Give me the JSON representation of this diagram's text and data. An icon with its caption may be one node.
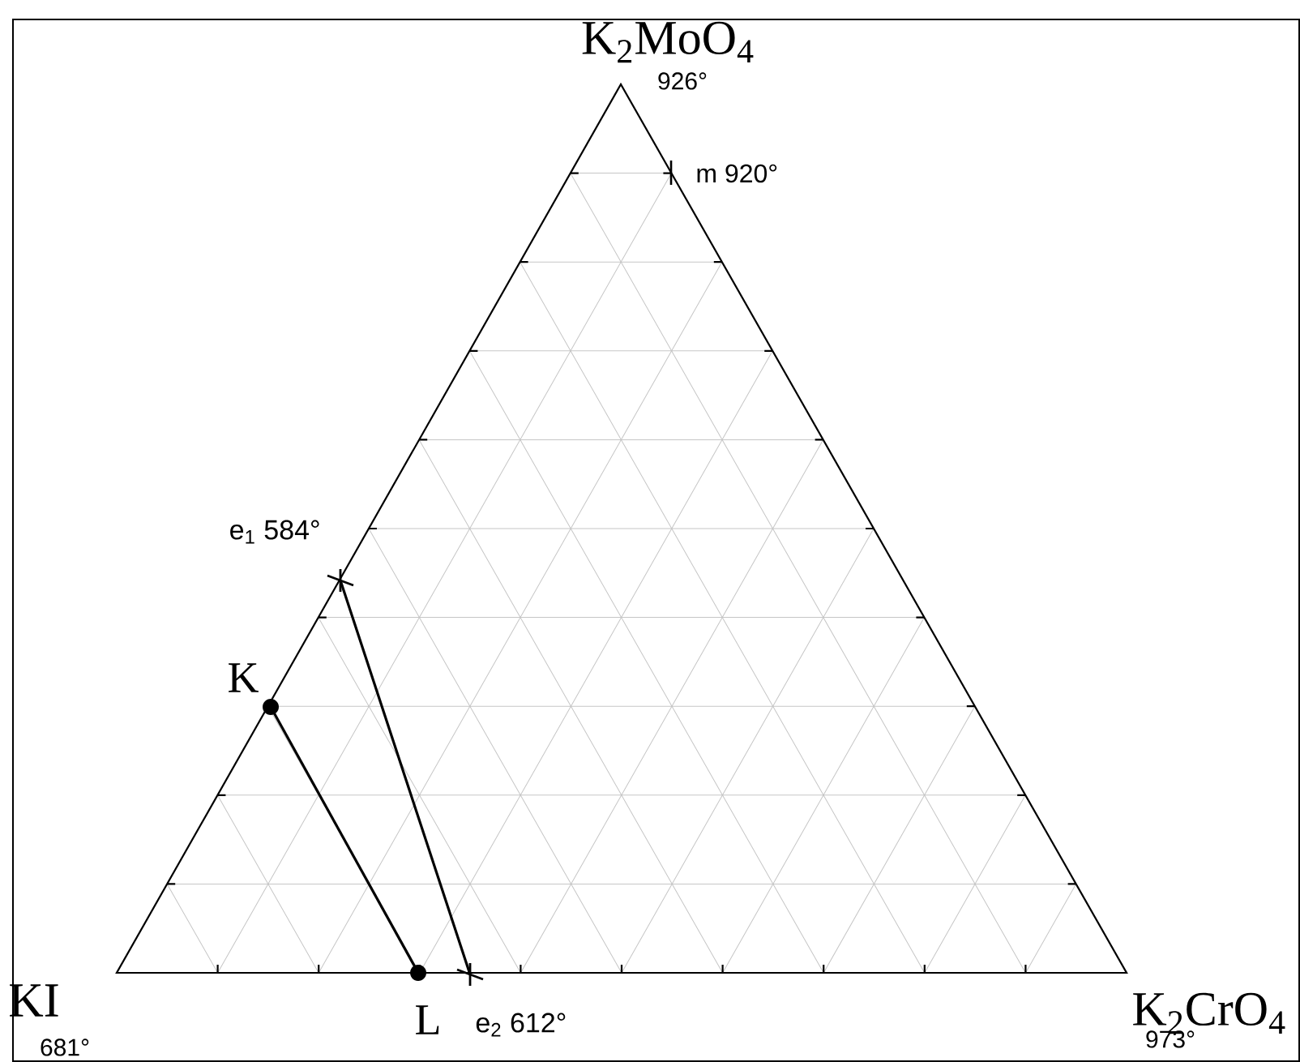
{
  "diagram": {
    "nodes": [
      {
        "text": [
          "e$_{1}$ 584°"
        ]
      },
      {
        "text": [
          "K"
        ]
      },
      {
        "text": [
          "L"
        ]
      },
      {
        "text": [
          "e$_{2}$ 612°"
        ]
      }
    ],
    "edges": [
      {
        "from": 1,
        "to": 2,
        "arrow": "none"
      },
      {
        "from": 0,
        "to": 3,
        "arrow": "none"
      }
    ],
    "labels": [
      "K$_{2}$MoO$_{4}$",
      "926°",
      "m 920°",
      "KI",
      "681°",
      "K$_{2}$CrO$_{4}$",
      "973°"
    ]
  }
}
